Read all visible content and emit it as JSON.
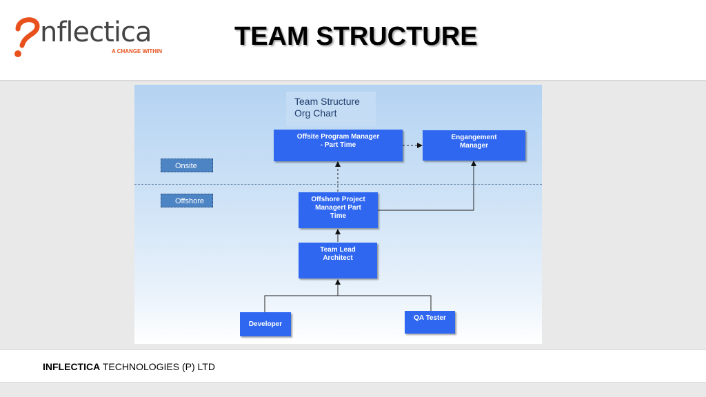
{
  "header": {
    "logo_word": "nflectica",
    "logo_tagline": "A CHANGE WITHIN",
    "title": "TEAM STRUCTURE"
  },
  "chart": {
    "title_line1": "Team Structure",
    "title_line2": "Org Chart",
    "zones": {
      "onsite": "Onsite",
      "offshore": "Offshore"
    },
    "nodes": {
      "offsite_pm": "Offsite  Program Manager\n- Part Time",
      "engagement_mgr": "Engangement\nManager",
      "offshore_pm": "Offshore Project\nManagert Part\nTime",
      "team_lead": "Team Lead\nArchitect",
      "developer": "Developer",
      "qa_tester": "QA Tester"
    }
  },
  "footer": {
    "company_bold": "INFLECTICA",
    "company_rest": " TECHNOLOGIES (P) LTD"
  },
  "colors": {
    "node": "#2f67f0",
    "zone": "#4d84c4",
    "accent": "#e8501c"
  }
}
